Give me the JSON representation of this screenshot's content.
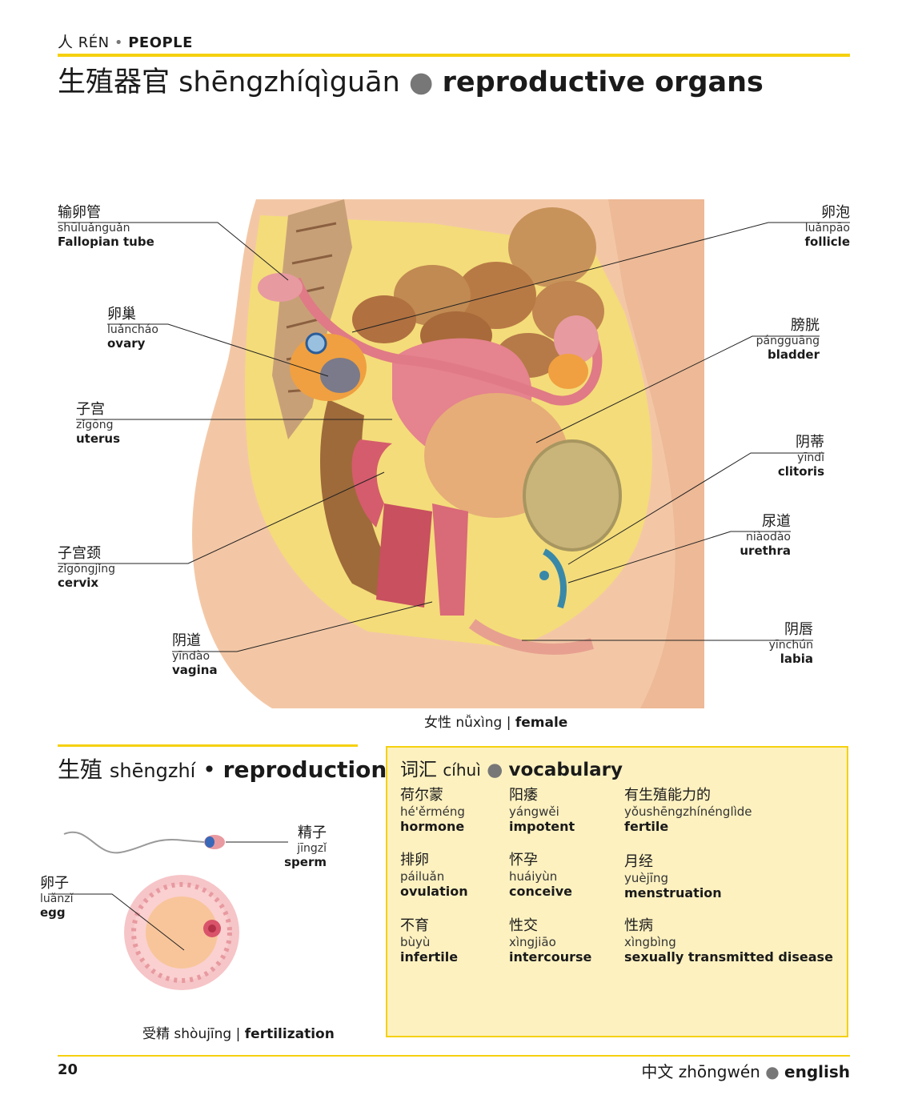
{
  "header": {
    "section_zh": "人",
    "section_pinyin": "RÉN",
    "section_en": "PEOPLE",
    "title_zh": "生殖器官",
    "title_pinyin": "shēngzhíqìguān",
    "title_en": "reproductive organs"
  },
  "female_labels": {
    "fallopian": {
      "zh": "输卵管",
      "py": "shūluǎnguǎn",
      "en": "Fallopian tube"
    },
    "ovary": {
      "zh": "卵巢",
      "py": "luǎncháo",
      "en": "ovary"
    },
    "uterus": {
      "zh": "子宫",
      "py": "zǐgōng",
      "en": "uterus"
    },
    "cervix": {
      "zh": "子宫颈",
      "py": "zǐgōngjǐng",
      "en": "cervix"
    },
    "vagina": {
      "zh": "阴道",
      "py": "yīndào",
      "en": "vagina"
    },
    "follicle": {
      "zh": "卵泡",
      "py": "luǎnpāo",
      "en": "follicle"
    },
    "bladder": {
      "zh": "膀胱",
      "py": "pángguāng",
      "en": "bladder"
    },
    "clitoris": {
      "zh": "阴蒂",
      "py": "yīndì",
      "en": "clitoris"
    },
    "urethra": {
      "zh": "尿道",
      "py": "niàodào",
      "en": "urethra"
    },
    "labia": {
      "zh": "阴唇",
      "py": "yīnchún",
      "en": "labia"
    }
  },
  "female_caption": {
    "zh": "女性",
    "py": "nǚxìng",
    "en": "female"
  },
  "reproduction": {
    "title_zh": "生殖",
    "title_pinyin": "shēngzhí",
    "title_en": "reproduction",
    "sperm": {
      "zh": "精子",
      "py": "jīngzǐ",
      "en": "sperm"
    },
    "egg": {
      "zh": "卵子",
      "py": "luǎnzǐ",
      "en": "egg"
    },
    "caption": {
      "zh": "受精",
      "py": "shòujīng",
      "en": "fertilization"
    }
  },
  "vocabulary": {
    "title_zh": "词汇",
    "title_pinyin": "cíhuì",
    "title_en": "vocabulary",
    "items": [
      {
        "zh": "荷尔蒙",
        "py": "hé'ěrméng",
        "en": "hormone"
      },
      {
        "zh": "阳痿",
        "py": "yángwěi",
        "en": "impotent"
      },
      {
        "zh": "有生殖能力的",
        "py": "yǒushēngzhínénglìde",
        "en": "fertile"
      },
      {
        "zh": "排卵",
        "py": "páiluǎn",
        "en": "ovulation"
      },
      {
        "zh": "怀孕",
        "py": "huáiyùn",
        "en": "conceive"
      },
      {
        "zh": "月经",
        "py": "yuèjīng",
        "en": "menstruation"
      },
      {
        "zh": "不育",
        "py": "bùyù",
        "en": "infertile"
      },
      {
        "zh": "性交",
        "py": "xìngjiāo",
        "en": "intercourse"
      },
      {
        "zh": "性病",
        "py": "xìngbìng",
        "en": "sexually transmitted disease"
      }
    ]
  },
  "footer": {
    "page_number": "20",
    "lang_zh": "中文",
    "lang_pinyin": "zhōngwén",
    "lang_en": "english"
  },
  "colors": {
    "accent_yellow": "#f5d10f",
    "vocab_bg": "#fdf1c0"
  }
}
